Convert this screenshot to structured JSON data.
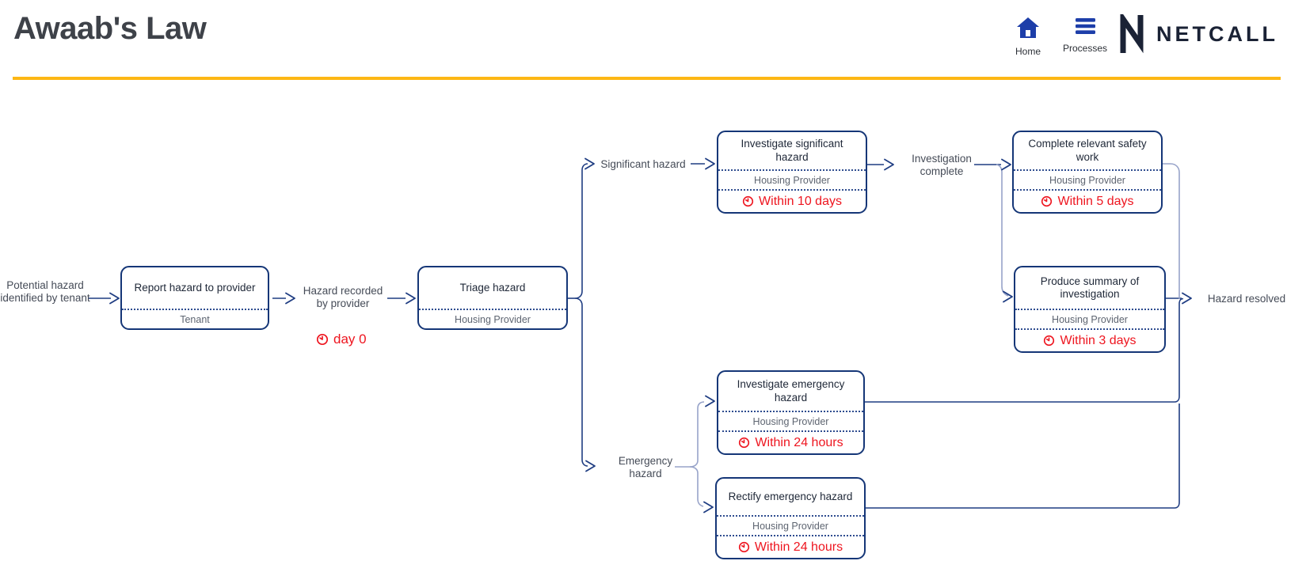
{
  "header": {
    "title": "Awaab's Law",
    "nav": [
      {
        "label": "Home",
        "icon": "home-icon"
      },
      {
        "label": "Processes",
        "icon": "processes-icon"
      }
    ],
    "brand": "NETCALL",
    "accent_color": "#FDB714"
  },
  "colors": {
    "node_border_navy": "#153677",
    "connector_navy": "#1F3D82",
    "connector_light": "#97A3C9",
    "deadline_red": "#EE151F",
    "nav_icon_blue": "#1D3EA9",
    "brand_navy": "#1A2235"
  },
  "flow": {
    "start_label": "Potential hazard identified by tenant",
    "events": {
      "recorded": "Hazard recorded by provider",
      "recorded_deadline": "day 0",
      "significant": "Significant hazard",
      "investigation_complete": "Investigation complete",
      "emergency": "Emergency hazard",
      "resolved": "Hazard resolved"
    },
    "boxes": [
      {
        "title": "Report hazard to provider",
        "role": "Tenant"
      },
      {
        "title": "Triage hazard",
        "role": "Housing Provider"
      },
      {
        "title": "Investigate significant hazard",
        "role": "Housing Provider",
        "deadline": "Within 10 days"
      },
      {
        "title": "Complete relevant safety work",
        "role": "Housing Provider",
        "deadline": "Within 5 days"
      },
      {
        "title": "Produce summary of investigation",
        "role": "Housing Provider",
        "deadline": "Within 3 days"
      },
      {
        "title": "Investigate emergency hazard",
        "role": "Housing Provider",
        "deadline": "Within 24 hours"
      },
      {
        "title": "Rectify emergency hazard",
        "role": "Housing Provider",
        "deadline": "Within 24 hours"
      }
    ]
  }
}
